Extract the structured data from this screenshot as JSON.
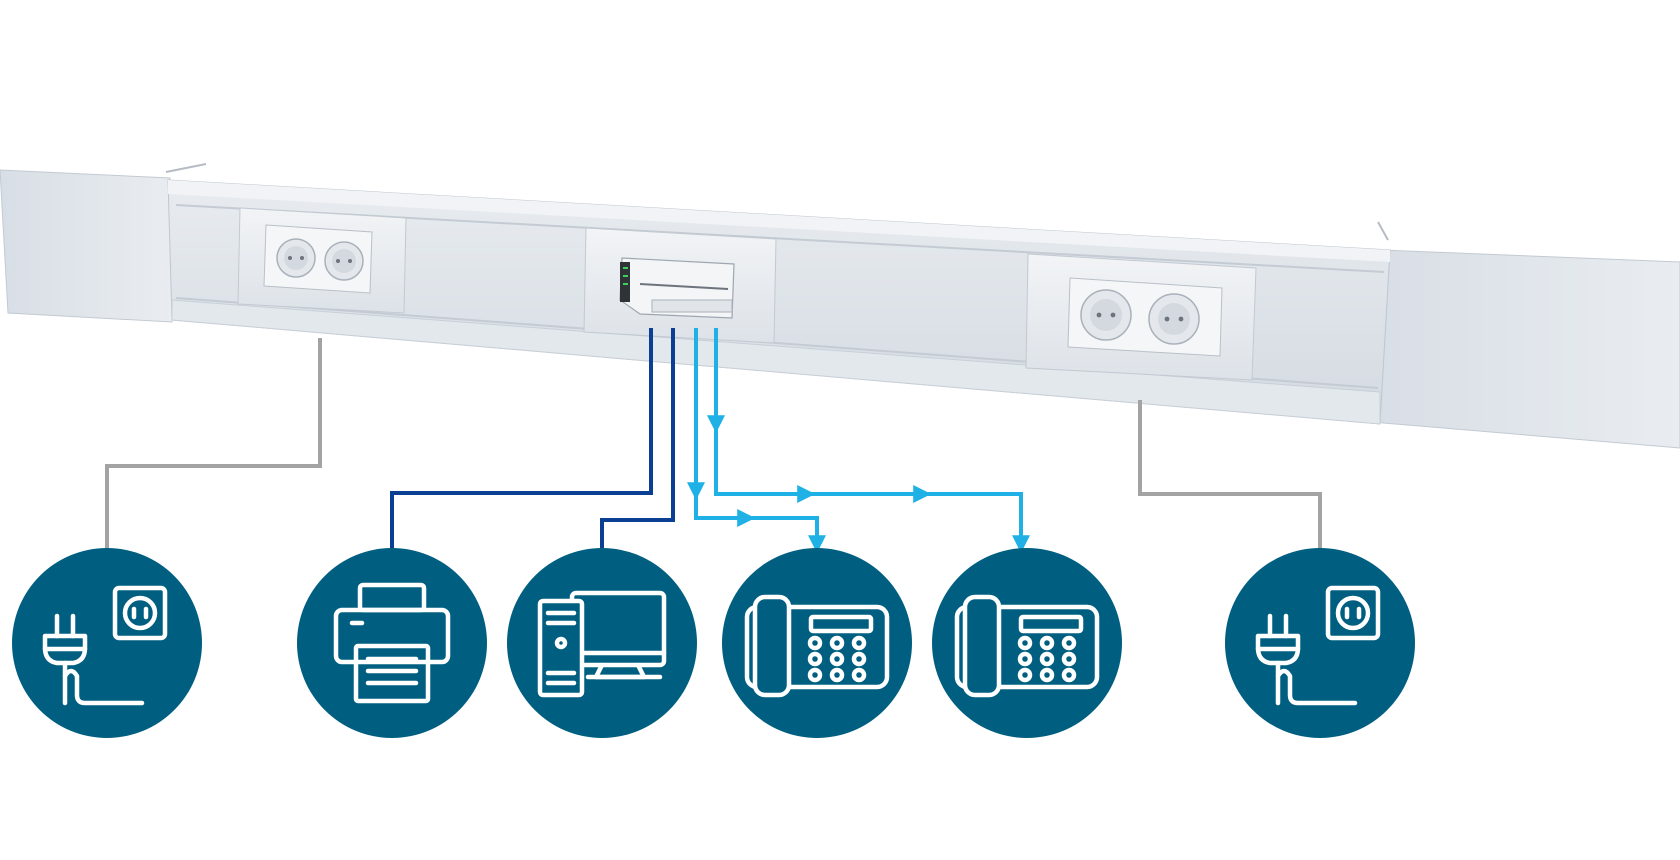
{
  "colors": {
    "background": "#ffffff",
    "trunking": "#dfe4ea",
    "trunking_shade": "#c9d0d8",
    "trunking_light": "#eef1f4",
    "module": "#e9edf1",
    "power_line": "#a3a3a3",
    "data_line": "#0b3f93",
    "phone_line": "#1fb1e6",
    "circle_fill": "#005f80",
    "icon_stroke": "#ffffff"
  },
  "trunking": {
    "modules": [
      {
        "kind": "socket-module",
        "icon": "double-socket-icon"
      },
      {
        "kind": "data-module",
        "icon": "network-switch-icon"
      },
      {
        "kind": "socket-module",
        "icon": "double-socket-icon"
      }
    ]
  },
  "devices": [
    {
      "id": "power-left",
      "icon": "power-plug-socket-icon",
      "line": "power"
    },
    {
      "id": "printer",
      "icon": "printer-icon",
      "line": "data"
    },
    {
      "id": "computer",
      "icon": "desktop-computer-icon",
      "line": "data"
    },
    {
      "id": "phone-1",
      "icon": "desk-phone-icon",
      "line": "phone"
    },
    {
      "id": "phone-2",
      "icon": "desk-phone-icon",
      "line": "phone"
    },
    {
      "id": "power-right",
      "icon": "power-plug-socket-icon",
      "line": "power"
    }
  ]
}
